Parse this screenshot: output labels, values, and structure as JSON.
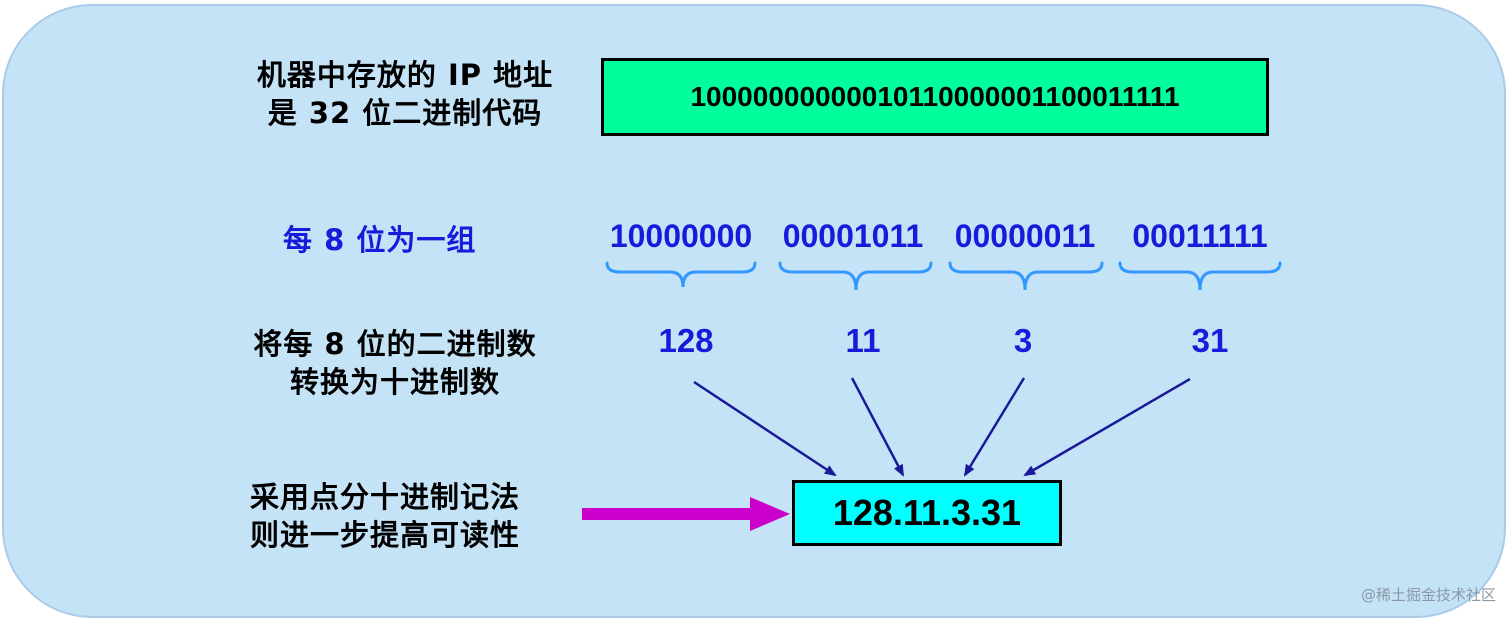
{
  "labels": {
    "stored_line1": "机器中存放的 IP 地址",
    "stored_line2": "是 32 位二进制代码",
    "group": "每 8 位为一组",
    "convert_line1": "将每 8 位的二进制数",
    "convert_line2": "转换为十进制数",
    "dotted_line1": "采用点分十进制记法",
    "dotted_line2": "则进一步提高可读性"
  },
  "binary_address": "10000000000010110000001100011111",
  "octets": [
    "10000000",
    "00001011",
    "00000011",
    "00011111"
  ],
  "decimals": [
    "128",
    "11",
    "3",
    "31"
  ],
  "dotted_decimal": "128.11.3.31",
  "watermark": "@稀土掘金技术社区",
  "colors": {
    "panel": "#c5e3f6",
    "binary_box": "#00ff9c",
    "dotted_box": "#00ffff",
    "blue_text": "#1a1adb",
    "brace": "#3399ff",
    "arrow": "#1a1a99",
    "pointer_arrow": "#cc00cc"
  }
}
